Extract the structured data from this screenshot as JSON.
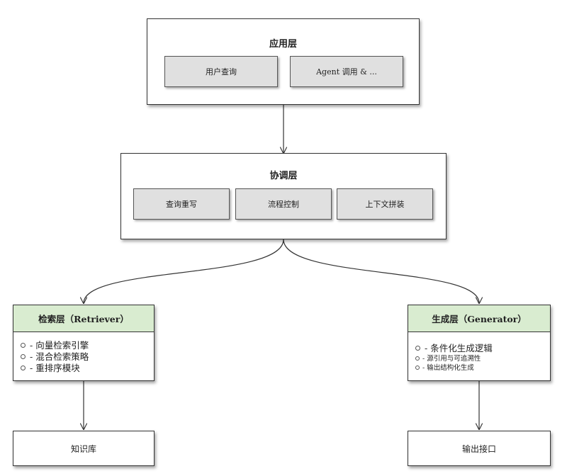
{
  "app_layer": {
    "title": "应用层",
    "items": [
      "用户查询",
      "Agent 调用 & ..."
    ]
  },
  "orchestration_layer": {
    "title": "协调层",
    "items": [
      "查询重写",
      "流程控制",
      "上下文拼装"
    ]
  },
  "retrieval_layer": {
    "title": "检索层（Retriever）",
    "items": [
      "- 向量检索引擎",
      "- 混合检索策略",
      "- 重排序模块"
    ]
  },
  "generation_layer": {
    "title": "生成层（Generator）",
    "items": [
      "- 条件化生成逻辑",
      "- 源引用与可追溯性",
      "- 输出结构化生成"
    ]
  },
  "knowledge_base": {
    "label": "知识库"
  },
  "output_interface": {
    "label": "输出接口"
  },
  "colors": {
    "module_header": "#d9ecd0",
    "sub_box": "#e0e0e0",
    "border": "#333333"
  }
}
